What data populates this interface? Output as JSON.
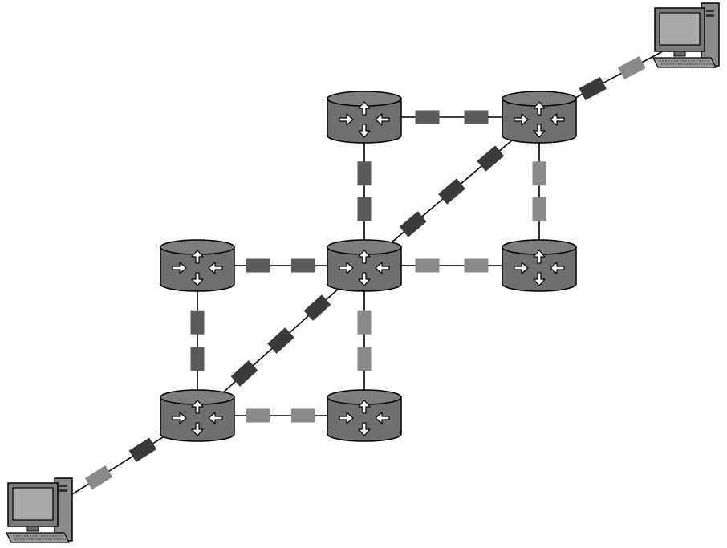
{
  "colors": {
    "background": "#ffffff",
    "link_line": "#000000",
    "segment_dark": "#3a3a3a",
    "segment_medium": "#5a5a5a",
    "segment_light": "#8a8a8a",
    "router_body": "#6f6f6f",
    "router_outline": "#000000",
    "router_symbol": "#ffffff",
    "computer_case": "#8a8a8a",
    "computer_screen": "#a8a8a8"
  },
  "nodes": [
    {
      "id": "router-top-center",
      "kind": "router"
    },
    {
      "id": "router-top-right",
      "kind": "router"
    },
    {
      "id": "router-middle-left",
      "kind": "router"
    },
    {
      "id": "router-middle-center",
      "kind": "router"
    },
    {
      "id": "router-middle-right",
      "kind": "router"
    },
    {
      "id": "router-bottom-left",
      "kind": "router"
    },
    {
      "id": "router-bottom-center",
      "kind": "router"
    },
    {
      "id": "computer-top-right",
      "kind": "computer"
    },
    {
      "id": "computer-bottom-left",
      "kind": "computer"
    }
  ],
  "links": [
    {
      "from": "router-top-center",
      "to": "router-top-right",
      "shade": "medium"
    },
    {
      "from": "router-top-center",
      "to": "router-middle-center",
      "shade": "medium"
    },
    {
      "from": "router-top-right",
      "to": "router-middle-right",
      "shade": "light"
    },
    {
      "from": "router-middle-left",
      "to": "router-middle-center",
      "shade": "medium"
    },
    {
      "from": "router-middle-center",
      "to": "router-middle-right",
      "shade": "light"
    },
    {
      "from": "router-middle-left",
      "to": "router-bottom-left",
      "shade": "medium"
    },
    {
      "from": "router-middle-center",
      "to": "router-bottom-center",
      "shade": "light"
    },
    {
      "from": "router-bottom-left",
      "to": "router-bottom-center",
      "shade": "light"
    },
    {
      "from": "router-bottom-left",
      "to": "router-middle-center",
      "shade": "dark"
    },
    {
      "from": "router-middle-center",
      "to": "router-top-right",
      "shade": "dark"
    },
    {
      "from": "router-top-right",
      "to": "computer-top-right",
      "shade": "mixed"
    },
    {
      "from": "router-bottom-left",
      "to": "computer-bottom-left",
      "shade": "mixed"
    }
  ]
}
